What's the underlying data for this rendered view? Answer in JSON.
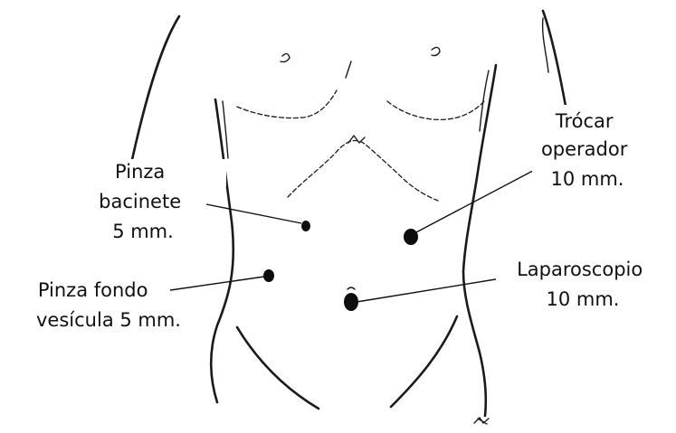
{
  "labels": {
    "trocar_operador": [
      "Trócar",
      "operador",
      "10 mm."
    ],
    "pinza_bacinete": [
      "Pinza",
      "bacinete",
      "5 mm."
    ],
    "pinza_fondo": [
      "Pinza fondo",
      "vesícula 5 mm."
    ],
    "laparoscopio": [
      "Laparoscopio",
      "10 mm."
    ]
  },
  "colors": {
    "ink": "#111111",
    "port": "#0d0d0d",
    "background": "#ffffff"
  }
}
